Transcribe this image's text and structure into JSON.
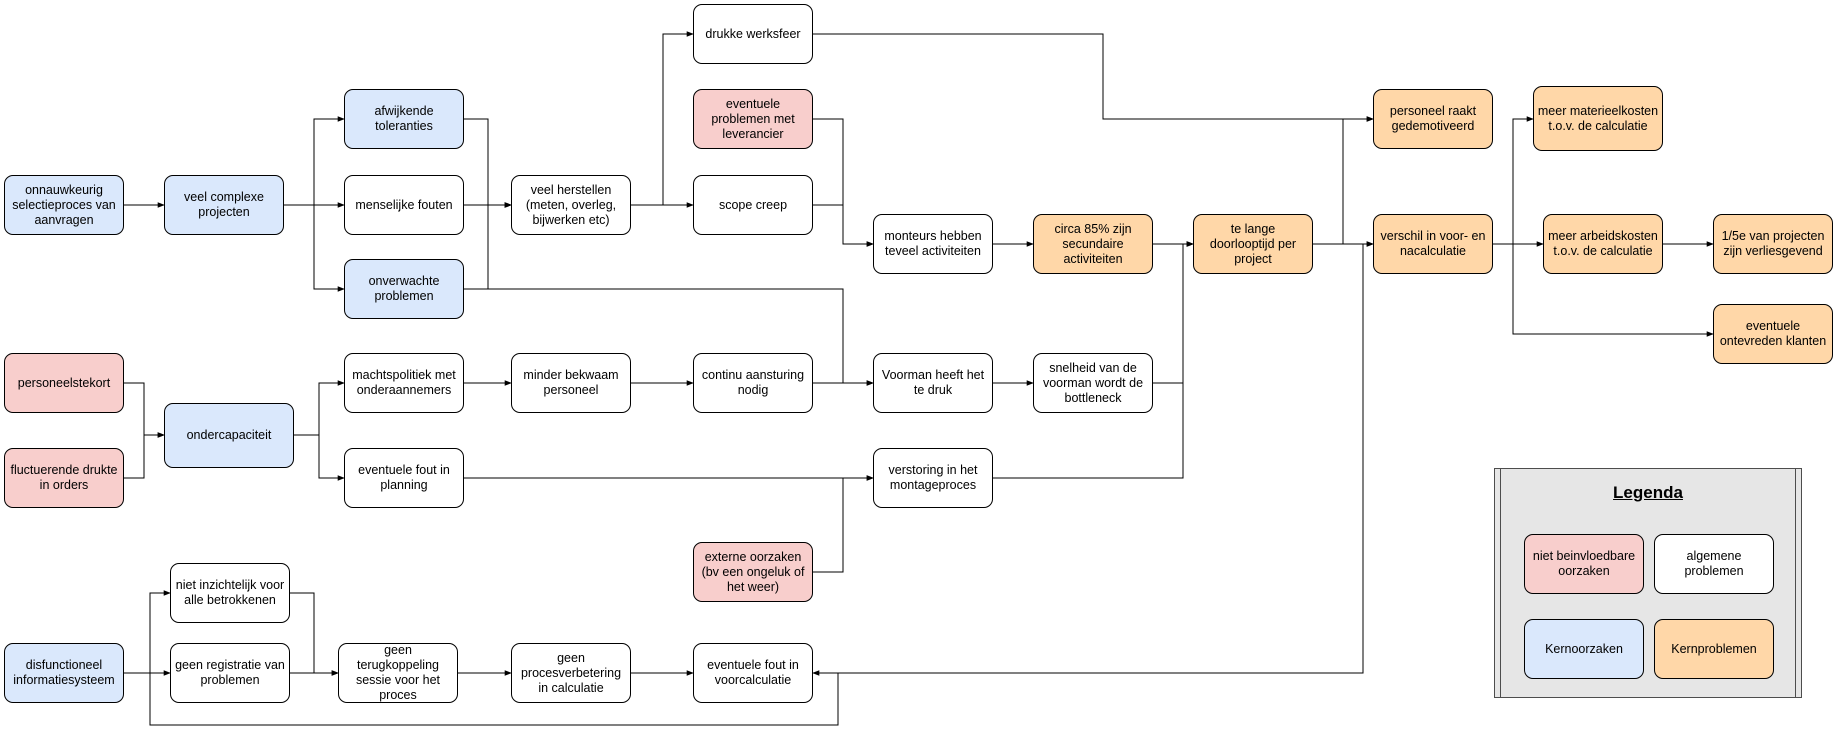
{
  "nodes": {
    "n1": "onnauwkeurig selectieproces van aanvragen",
    "n2": "veel complexe projecten",
    "n3": "afwijkende toleranties",
    "n4": "menselijke fouten",
    "n5": "onverwachte problemen",
    "n6": "veel herstellen (meten, overleg, bijwerken etc)",
    "n7": "drukke werksfeer",
    "n8": "eventuele problemen met leverancier",
    "n9": "scope creep",
    "n10": "monteurs hebben teveel activiteiten",
    "n11": "circa 85% zijn secundaire activiteiten",
    "n12": "te lange doorlooptijd per project",
    "n13": "personeel raakt gedemotiveerd",
    "n14": "meer materieelkosten t.o.v. de calculatie",
    "n15": "verschil in voor- en nacalculatie",
    "n16": "meer arbeidskosten t.o.v. de calculatie",
    "n17": "1/5e van projecten zijn verliesgevend",
    "n18": "eventuele ontevreden klanten",
    "n19": "personeelstekort",
    "n20": "fluctuerende drukte in orders",
    "n21": "ondercapaciteit",
    "n22": "machtspolitiek met onderaannemers",
    "n23": "minder bekwaam personeel",
    "n24": "continu aansturing nodig",
    "n25": "Voorman heeft het te druk",
    "n26": "snelheid van de voorman wordt de bottleneck",
    "n27": "eventuele fout in planning",
    "n28": "verstoring in het montageproces",
    "n29": "externe oorzaken (bv een ongeluk of het weer)",
    "n30": "niet inzichtelijk voor alle betrokkenen",
    "n31": "disfunctioneel informatiesysteem",
    "n32": "geen registratie van problemen",
    "n33": "geen terugkoppeling sessie voor het proces",
    "n34": "geen procesverbetering in calculatie",
    "n35": "eventuele fout in voorcalculatie"
  },
  "legend": {
    "title": "Legenda",
    "red": "niet beinvloedbare oorzaken",
    "white": "algemene problemen",
    "blue": "Kernoorzaken",
    "orange": "Kernproblemen"
  },
  "colors": {
    "red": "#f8cecc",
    "blue": "#dae8fc",
    "orange": "#ffd7a8",
    "white": "#ffffff",
    "legend_bg": "#e6e6e6"
  }
}
